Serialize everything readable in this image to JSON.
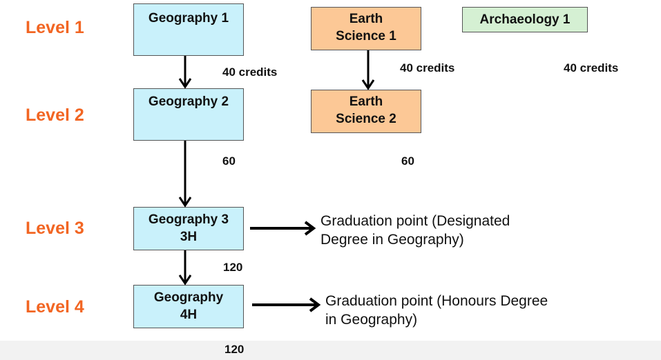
{
  "levels": [
    "Level 1",
    "Level 2",
    "Level 3",
    "Level 4"
  ],
  "geography": [
    {
      "l1": "Geography 1",
      "l2": ""
    },
    {
      "l1": "Geography 2",
      "l2": ""
    },
    {
      "l1": "Geography 3",
      "l2": "3H"
    },
    {
      "l1": "Geography",
      "l2": "4H"
    }
  ],
  "earth_science": [
    {
      "l1": "Earth",
      "l2": "Science 1"
    },
    {
      "l1": "Earth",
      "l2": "Science 2"
    }
  ],
  "archaeology": "Archaeology 1",
  "credits": {
    "geo_l1": "40 credits",
    "es_l1": "40 credits",
    "arch_l1": "40 credits",
    "geo_l2": "60",
    "es_l2": "60",
    "geo_l3": "120",
    "geo_l4": "120"
  },
  "graduation": [
    "Graduation point (Designated",
    "Degree in Geography)",
    "Graduation point (Honours Degree",
    "in Geography)"
  ],
  "colors": {
    "level": "#f26522",
    "geography": "#c9f1fb",
    "earth_science": "#fcc896",
    "archaeology": "#d5f0d3"
  }
}
